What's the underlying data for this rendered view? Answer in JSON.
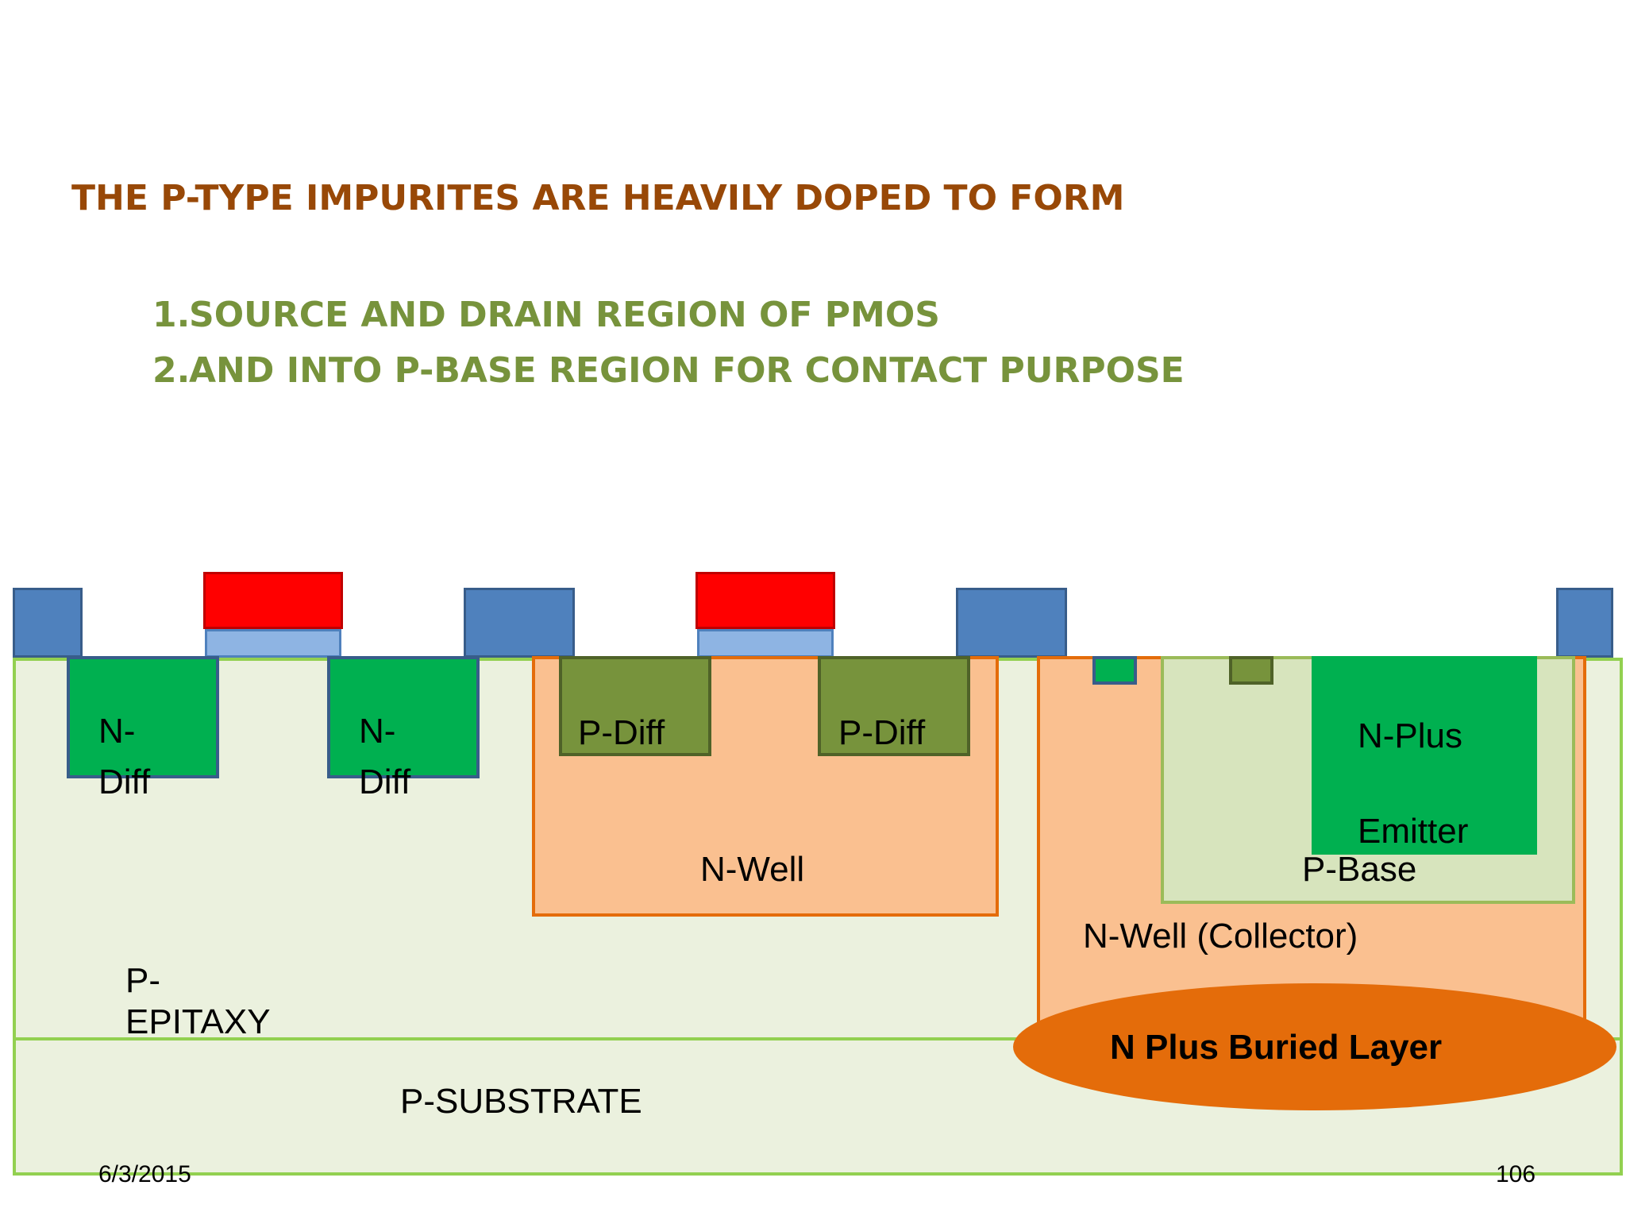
{
  "slide": {
    "heading": "THE P-TYPE IMPURITES ARE HEAVILY DOPED TO FORM",
    "list": [
      {
        "number": "1.",
        "text": "SOURCE AND DRAIN REGION OF PMOS"
      },
      {
        "number": "2.",
        "text": "AND INTO P-BASE  REGION FOR CONTACT PURPOSE"
      }
    ]
  },
  "diagram": {
    "labels": {
      "ndiff_1_top": "N-",
      "ndiff_1_bottom": "Diff",
      "ndiff_2_top": "N-",
      "ndiff_2_bottom": "Diff",
      "pdiff_1": "P-Diff",
      "pdiff_2": "P-Diff",
      "nwell": "N-Well",
      "nplus": "N-Plus",
      "emitter": "Emitter",
      "pbase": "P-Base",
      "nwell_collector": "N-Well (Collector)",
      "buried_layer": "N Plus Buried Layer",
      "p_epitaxy_top": "P-",
      "p_epitaxy_bottom": "EPITAXY",
      "p_substrate": "P-SUBSTRATE"
    },
    "colors": {
      "oxide": "#4f81bd",
      "gate": "#ff0000",
      "gate_oxide": "#8eb4e3",
      "n_diffusion": "#00b050",
      "p_diffusion": "#77933c",
      "n_well": "#fac090",
      "n_well_border": "#e46c0a",
      "p_base": "#d7e4bd",
      "epitaxy": "#ebf1de",
      "substrate_border": "#92d050",
      "buried_layer": "#e46c0a"
    }
  },
  "footer": {
    "date": "6/3/2015",
    "page": "106"
  }
}
